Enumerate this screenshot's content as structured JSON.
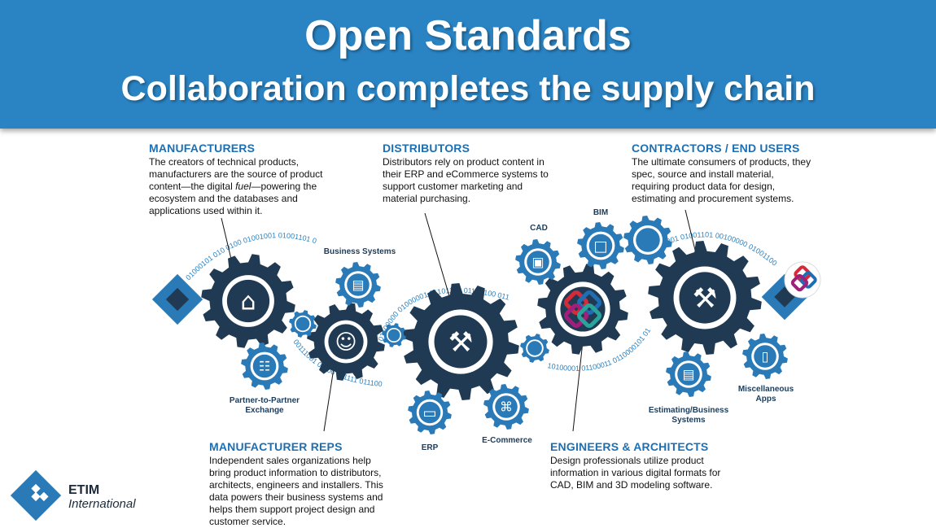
{
  "header": {
    "title": "Open Standards",
    "subtitle": "Collaboration completes the supply chain"
  },
  "blocks": {
    "manufacturers": {
      "heading": "MANUFACTURERS",
      "line1": "The creators of technical products,",
      "line2": "manufacturers are the source of product",
      "line3a": "content—the digital ",
      "line3b": "fuel",
      "line3c": "—powering the",
      "line4": "ecosystem and the databases and",
      "line5": "applications used within it."
    },
    "distributors": {
      "heading": "DISTRIBUTORS",
      "line1": "Distributors rely on product content in",
      "line2": "their ERP and eCommerce systems to",
      "line3": "support customer marketing and",
      "line4": "material purchasing."
    },
    "contractors": {
      "heading": "CONTRACTORS / END USERS",
      "line1": "The ultimate consumers of products, they",
      "line2": "spec, source and install material,",
      "line3": "requiring product data for design,",
      "line4": "estimating and procurement systems."
    },
    "reps": {
      "heading": "MANUFACTURER REPS",
      "line1": "Independent sales organizations help",
      "line2": "bring product information to distributors,",
      "line3": "architects, engineers and installers. This",
      "line4": "data powers their business systems and",
      "line5": "helps them support project design and",
      "line6": "customer service."
    },
    "engineers": {
      "heading": "ENGINEERS & ARCHITECTS",
      "line1": "Design professionals utilize product",
      "line2": "information in various digital formats for",
      "line3": "CAD, BIM and 3D modeling software."
    }
  },
  "gear_labels": {
    "business_systems": "Business Systems",
    "p2p_line1": "Partner-to-Partner",
    "p2p_line2": "Exchange",
    "erp": "ERP",
    "ecommerce": "E-Commerce",
    "cad": "CAD",
    "bim": "BIM",
    "estimating_line1": "Estimating/Business",
    "estimating_line2": "Systems",
    "misc_line1": "Miscellaneous",
    "misc_line2": "Apps"
  },
  "binary": {
    "arc1": "01000101 010 0100 01001001 01001101 0010",
    "arc2": "00111001 01100 011111 01110010 0111",
    "arc3": "01100000 01000001 01101101 01100100 011",
    "arc4": "10100001 01100011 0110000101 010000101",
    "arc5": "001 01001101 00100000 01001100"
  },
  "logo": {
    "name": "ETIM",
    "sub": "International"
  },
  "colors": {
    "banner": "#2a84c4",
    "gear_dark": "#1f3a52",
    "gear_light": "#2a7ab8",
    "heading": "#1d6fb3"
  },
  "icons": [
    "factory-icon",
    "handshake-icon",
    "forklift-icon",
    "tools-icon",
    "cube-icon",
    "monitor-icon",
    "network-icon",
    "cart-icon",
    "laptop-icon",
    "phone-icon",
    "ifc-logo-icon",
    "etim-diamond-icon"
  ]
}
